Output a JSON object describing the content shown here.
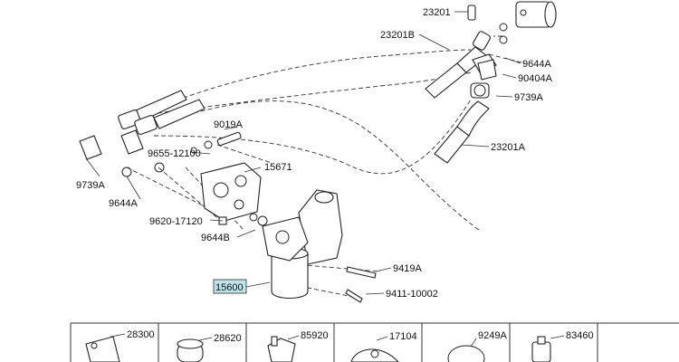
{
  "diagram": {
    "highlight_color": "#bfe3e8",
    "labels": {
      "p23201_top": "23201",
      "p23201b": "23201B",
      "p9644a_right": "9644A",
      "p90404a": "90404A",
      "p9739a_right": "9739A",
      "p23201a": "23201A",
      "p9019a": "9019A",
      "p9655_12100": "9655-12100",
      "p15671": "15671",
      "p9739a_left": "9739A",
      "p9644a_left": "9644A",
      "p9620_17120": "9620-17120",
      "p9644b": "9644B",
      "p9419a": "9419A",
      "p15600": "15600",
      "p9411_10002": "9411-10002"
    },
    "parts_row": [
      {
        "label": "28300"
      },
      {
        "label": "28620"
      },
      {
        "label": "85920"
      },
      {
        "label": "17104"
      },
      {
        "label": "9249A"
      },
      {
        "label": "83460"
      }
    ]
  }
}
